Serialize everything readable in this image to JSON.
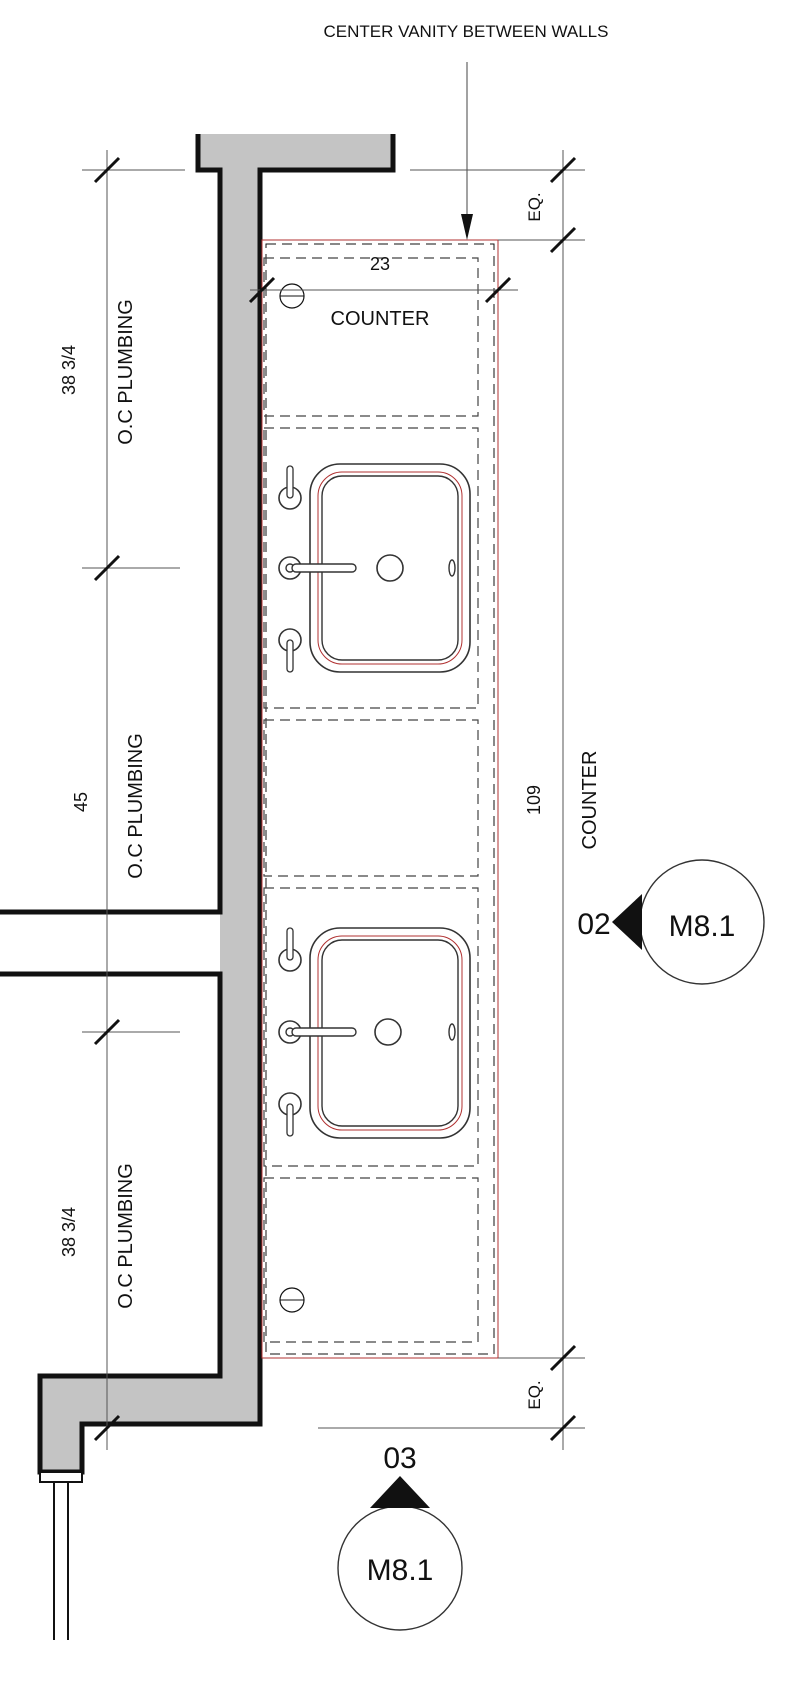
{
  "notes": {
    "center_vanity": "CENTER VANITY BETWEEN WALLS"
  },
  "dimensions": {
    "eq_top": "EQ.",
    "eq_bottom": "EQ.",
    "depth": "23",
    "length": "109",
    "plumbing_top": "38 3/4",
    "plumbing_mid": "45",
    "plumbing_bottom": "38 3/4"
  },
  "labels": {
    "counter_plan": "COUNTER",
    "counter_side": "COUNTER",
    "oc_plumbing_top": "O.C PLUMBING",
    "oc_plumbing_mid": "O.C PLUMBING",
    "oc_plumbing_bottom": "O.C PLUMBING"
  },
  "section_markers": {
    "right": {
      "number": "02",
      "sheet": "M8.1"
    },
    "bottom": {
      "number": "03",
      "sheet": "M8.1"
    }
  },
  "colors": {
    "wall_fill": "#c4c4c4",
    "line": "#111111",
    "counter_edge": "#b03030",
    "dim_line": "#555555"
  }
}
